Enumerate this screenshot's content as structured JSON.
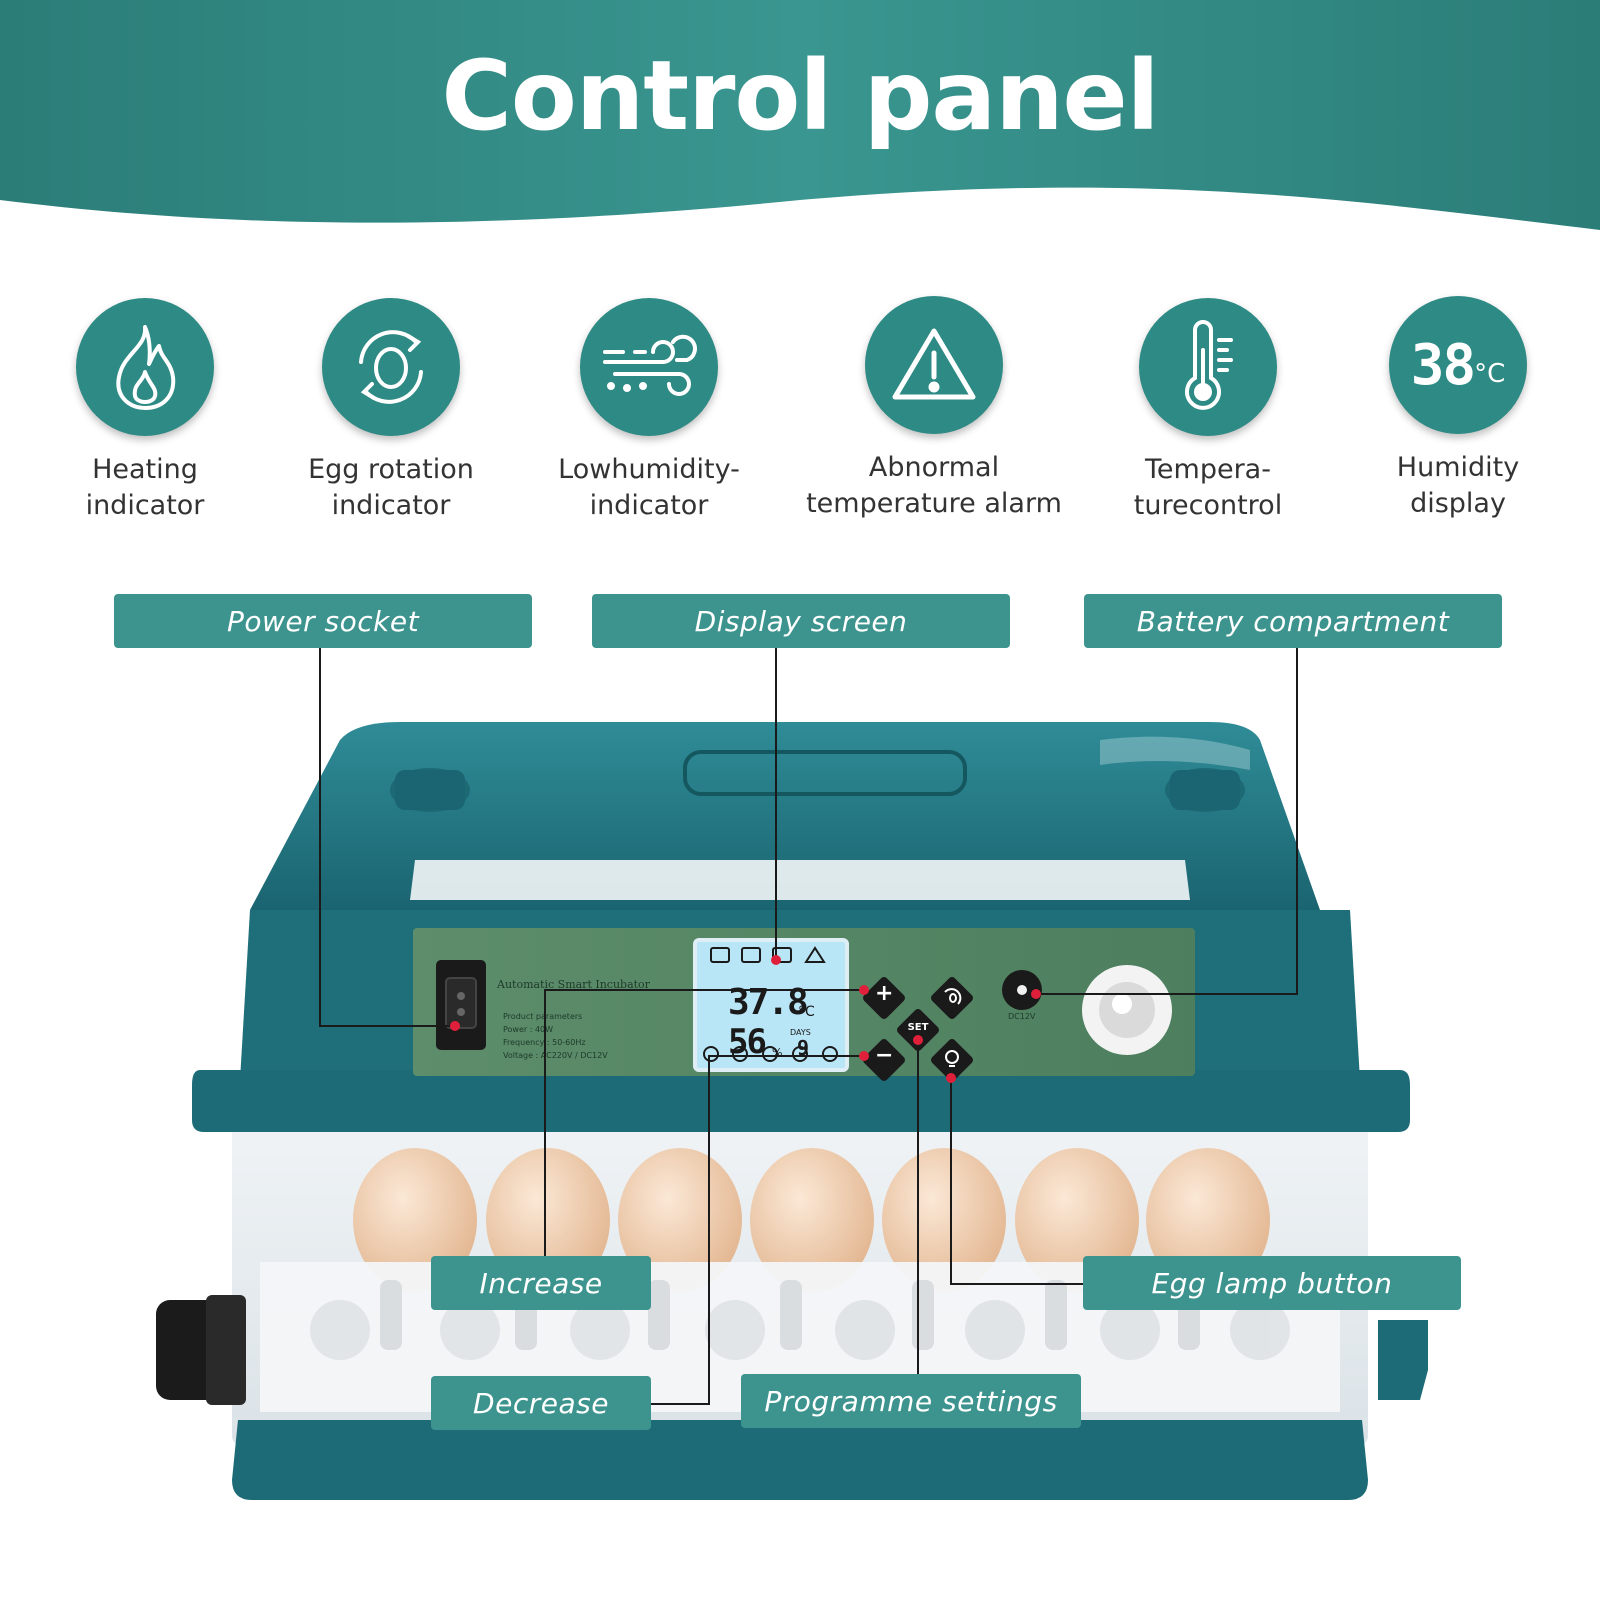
{
  "header": {
    "title": "Control panel"
  },
  "features": [
    {
      "icon": "flame-icon",
      "line1": "Heating",
      "line2": "indicator"
    },
    {
      "icon": "egg-rotation-icon",
      "line1": "Egg rotation",
      "line2": "indicator"
    },
    {
      "icon": "wind-icon",
      "line1": "Lowhumidity-",
      "line2": "indicator"
    },
    {
      "icon": "warning-triangle-icon",
      "line1": "Abnormal",
      "line2": "temperature alarm"
    },
    {
      "icon": "thermometer-icon",
      "line1": "Tempera-",
      "line2": "turecontrol"
    },
    {
      "icon": "temperature-readout-icon",
      "line1": "Humidity",
      "line2": "display",
      "icon_text": "38",
      "icon_unit": "°C"
    }
  ],
  "callouts": {
    "power_socket": "Power socket",
    "display_screen": "Display screen",
    "battery_compartment": "Battery compartment",
    "increase": "Increase",
    "decrease": "Decrease",
    "programme_settings": "Programme settings",
    "egg_lamp_button": "Egg lamp button"
  },
  "device": {
    "brand_line": "Automatic Smart Incubator",
    "spec_lines": [
      "Product parameters",
      "Power : 40W",
      "Frequency : 50-60Hz",
      "Voltage : AC220V / DC12V"
    ],
    "lcd_temp": "37.8",
    "lcd_temp_unit": "°C",
    "lcd_humidity": "56",
    "lcd_humidity_unit": "%",
    "lcd_day_label": "DAYS",
    "lcd_day": "9",
    "button_plus": "+",
    "button_minus": "−",
    "button_set": "SET",
    "dc_label": "DC12V"
  },
  "colors": {
    "teal_dark": "#2d7f7c",
    "teal": "#3d948e",
    "body_teal": "#1f6f7a",
    "lcd": "#b8e4f5"
  }
}
